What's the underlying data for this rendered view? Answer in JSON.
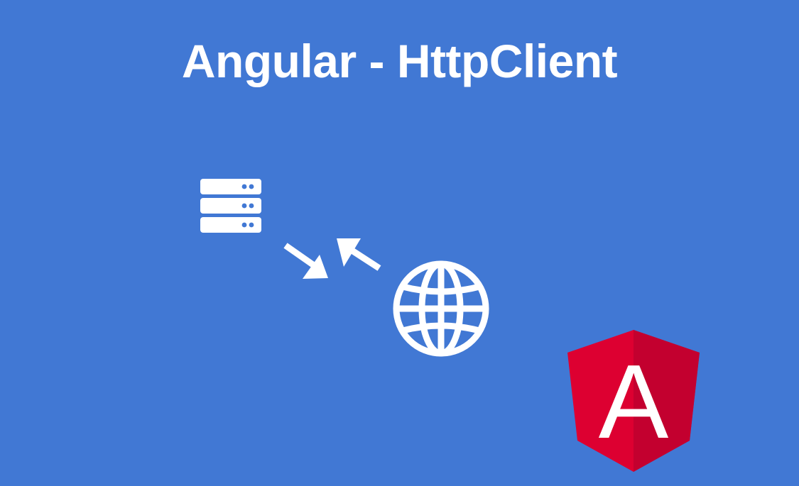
{
  "title": "Angular - HttpClient",
  "icons": {
    "server": "server-icon",
    "arrow_in": "arrow-down-right-icon",
    "arrow_out": "arrow-up-left-icon",
    "globe": "globe-icon",
    "logo": "angular-logo"
  },
  "logo_text": "A",
  "colors": {
    "background": "#4178d4",
    "foreground": "#ffffff",
    "angular_red": "#dd0031",
    "angular_dark_red": "#c3002f"
  }
}
